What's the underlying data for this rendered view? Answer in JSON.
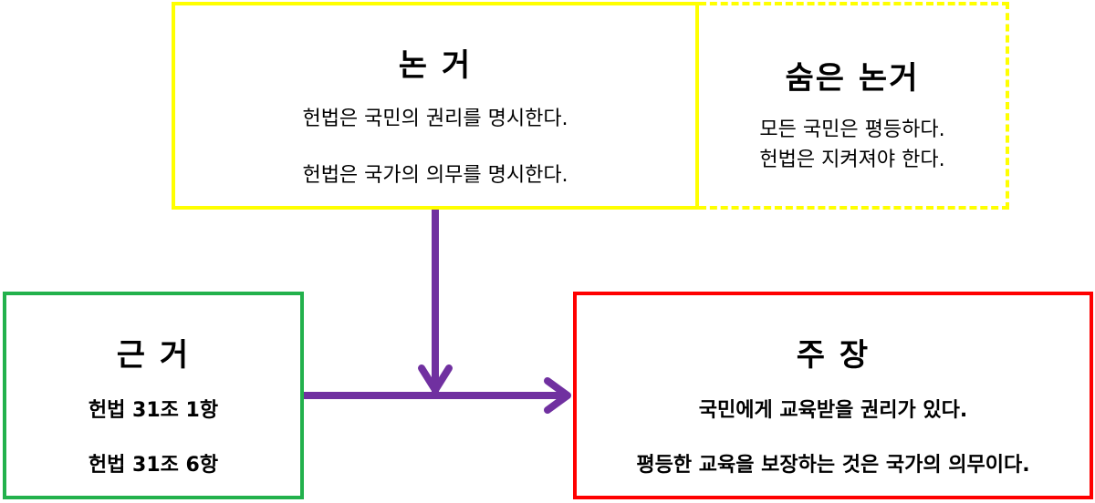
{
  "colors": {
    "warrant_border": "#ffff00",
    "grounds_border": "#22b14c",
    "claim_border": "#ff0000",
    "arrow": "#7030a0"
  },
  "warrant": {
    "title": "논 거",
    "lines": [
      "헌법은 국민의 권리를 명시한다.",
      "헌법은 국가의 의무를 명시한다."
    ]
  },
  "hidden_warrant": {
    "title": "숨은 논거",
    "lines": [
      "모든 국민은 평등하다.",
      "헌법은 지켜져야 한다."
    ]
  },
  "grounds": {
    "title": "근 거",
    "lines": [
      "헌법 31조 1항",
      "헌법 31조 6항"
    ]
  },
  "claim": {
    "title": "주 장",
    "lines": [
      "국민에게 교육받을 권리가 있다.",
      "평등한 교육을 보장하는 것은 국가의 의무이다."
    ]
  }
}
